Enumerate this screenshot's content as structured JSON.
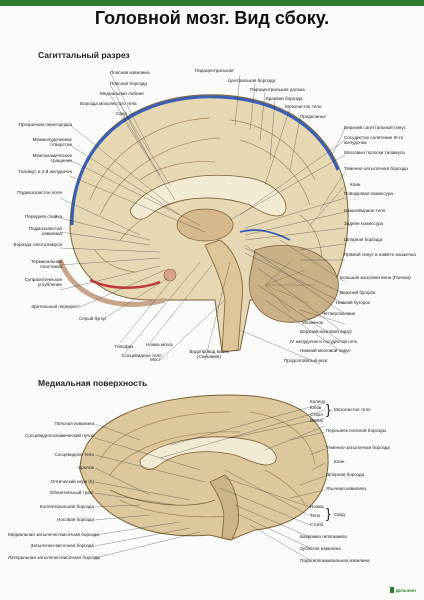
{
  "title": "Головной мозг. Вид сбоку.",
  "sections": {
    "sagittal": "Сагиттальный разрез",
    "medial": "Медиальная поверхность"
  },
  "sagittal_top_labels": [
    "Поясная извилина",
    "Поясная борозда",
    "Медиальная лобная",
    "Борозда мозолистого тела",
    "Свод",
    "Парацентральная",
    "Центральная борозда",
    "Парацентральная долька",
    "Краевая борозда",
    "Мозолистое тело",
    "Предклинье"
  ],
  "sagittal_left_labels": [
    "Прозрачная перегородка",
    "Межжелудочковое отверстие",
    "Межталамическое сращение",
    "Таламус и 3-й желудочек",
    "Подмозолистое поле",
    "Передняя спайка",
    "Подмозолистая извилина",
    "Борозда гипоталамуса",
    "Терминальная пластинка",
    "Супраоптическое углубление",
    "Зрительный перекрест",
    "Серый бугор"
  ],
  "sagittal_right_labels": [
    "Верхний сагиттальный синус",
    "Сосудистое сплетение III-го желудочка",
    "Мозговые полоски таламуса",
    "Теменно-затылочная борозда",
    "Клин",
    "Поводковая комиссура",
    "Шишковидное тело",
    "Задняя комиссура",
    "Шпорная борозда",
    "Прямой синус в намёте мозжечка",
    "Большая мозговая вена (Галена)",
    "Верхний бугорок",
    "Нижний бугорок",
    "Четверохолмие",
    "Мозжечок",
    "Верхний мозговой парус",
    "IV желудочек и сосудистая сеть",
    "Нижний мозговой парус",
    "Продолговатый мозг"
  ],
  "sagittal_bottom_labels": [
    "Гипофиз",
    "Сосцевидное тело",
    "Ножка мозга",
    "Мост",
    "Водопровод мозга (Сильвиев)"
  ],
  "medial_left_labels": [
    "Поясная извилина",
    "Сосцевидноталамический пучок",
    "Сосцевидное тело",
    "Крючок",
    "Оптический нерв (II)",
    "Обонятельный тракт",
    "Коллатеральная борозда",
    "Носовая борозда",
    "Медиальная затылочно-височная борозда",
    "Затылочно-височная борозда",
    "Латеральная затылочно-височная борозда"
  ],
  "medial_right_labels": [
    "Перешеек поясной борозды",
    "Теменно-затылочная борозда",
    "Клин",
    "Шпорная борозда",
    "Язычная извилина",
    "Бахромка гиппокампа",
    "Зубчатая извилина",
    "Парагиппокампальная извилина"
  ],
  "corpus_callosum_parts": {
    "items": [
      "Колено",
      "Клюв",
      "Ствол",
      "Валик"
    ],
    "group": "Мозолистое тело"
  },
  "fornix_parts": {
    "items": [
      "Ножка",
      "Тело",
      "Столб"
    ],
    "group": "Свод"
  },
  "publisher": "ДЕЛЬФИН",
  "colors": {
    "brain": "#d9c79a",
    "brain_shadow": "#b89c66",
    "vessel_red": "#c0393b",
    "vessel_blue": "#3a5fb4",
    "cerebellum": "#c9b187",
    "brand_green": "#2e7d32"
  }
}
